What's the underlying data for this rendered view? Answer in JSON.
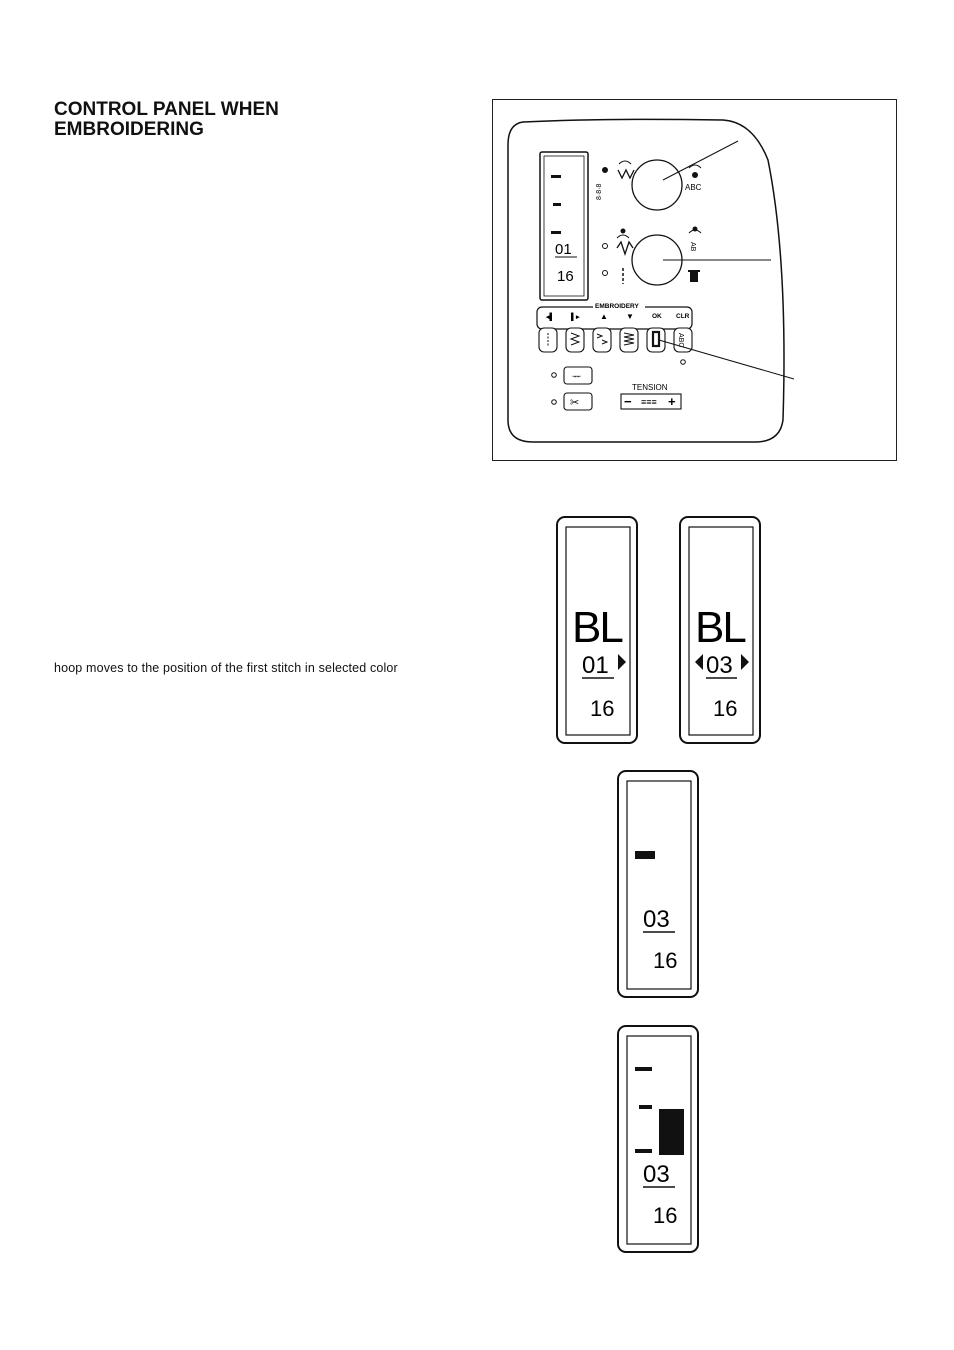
{
  "heading": {
    "line1": "CONTROL PANEL WHEN",
    "line2": "EMBROIDERING"
  },
  "description": "hoop moves to the position of the first stitch in selected color",
  "panel": {
    "embroidery_label": "EMBROIDERY",
    "ok_label": "OK",
    "clr_label": "CLR",
    "tension_label": "TENSION",
    "abc_label": "ABC",
    "ab_label": "AB",
    "lcd_color": "01",
    "lcd_count": "16"
  },
  "displays": [
    {
      "letters": "BL",
      "color_number": "01",
      "stitch_count": "16",
      "left_arrow": false,
      "right_arrow": true
    },
    {
      "letters": "BL",
      "color_number": "03",
      "stitch_count": "16",
      "left_arrow": true,
      "right_arrow": true
    },
    {
      "color_number": "03",
      "stitch_count": "16"
    },
    {
      "color_number": "03",
      "stitch_count": "16"
    }
  ],
  "colors": {
    "ink": "#111111",
    "lcd_fill": "#ffffff"
  }
}
